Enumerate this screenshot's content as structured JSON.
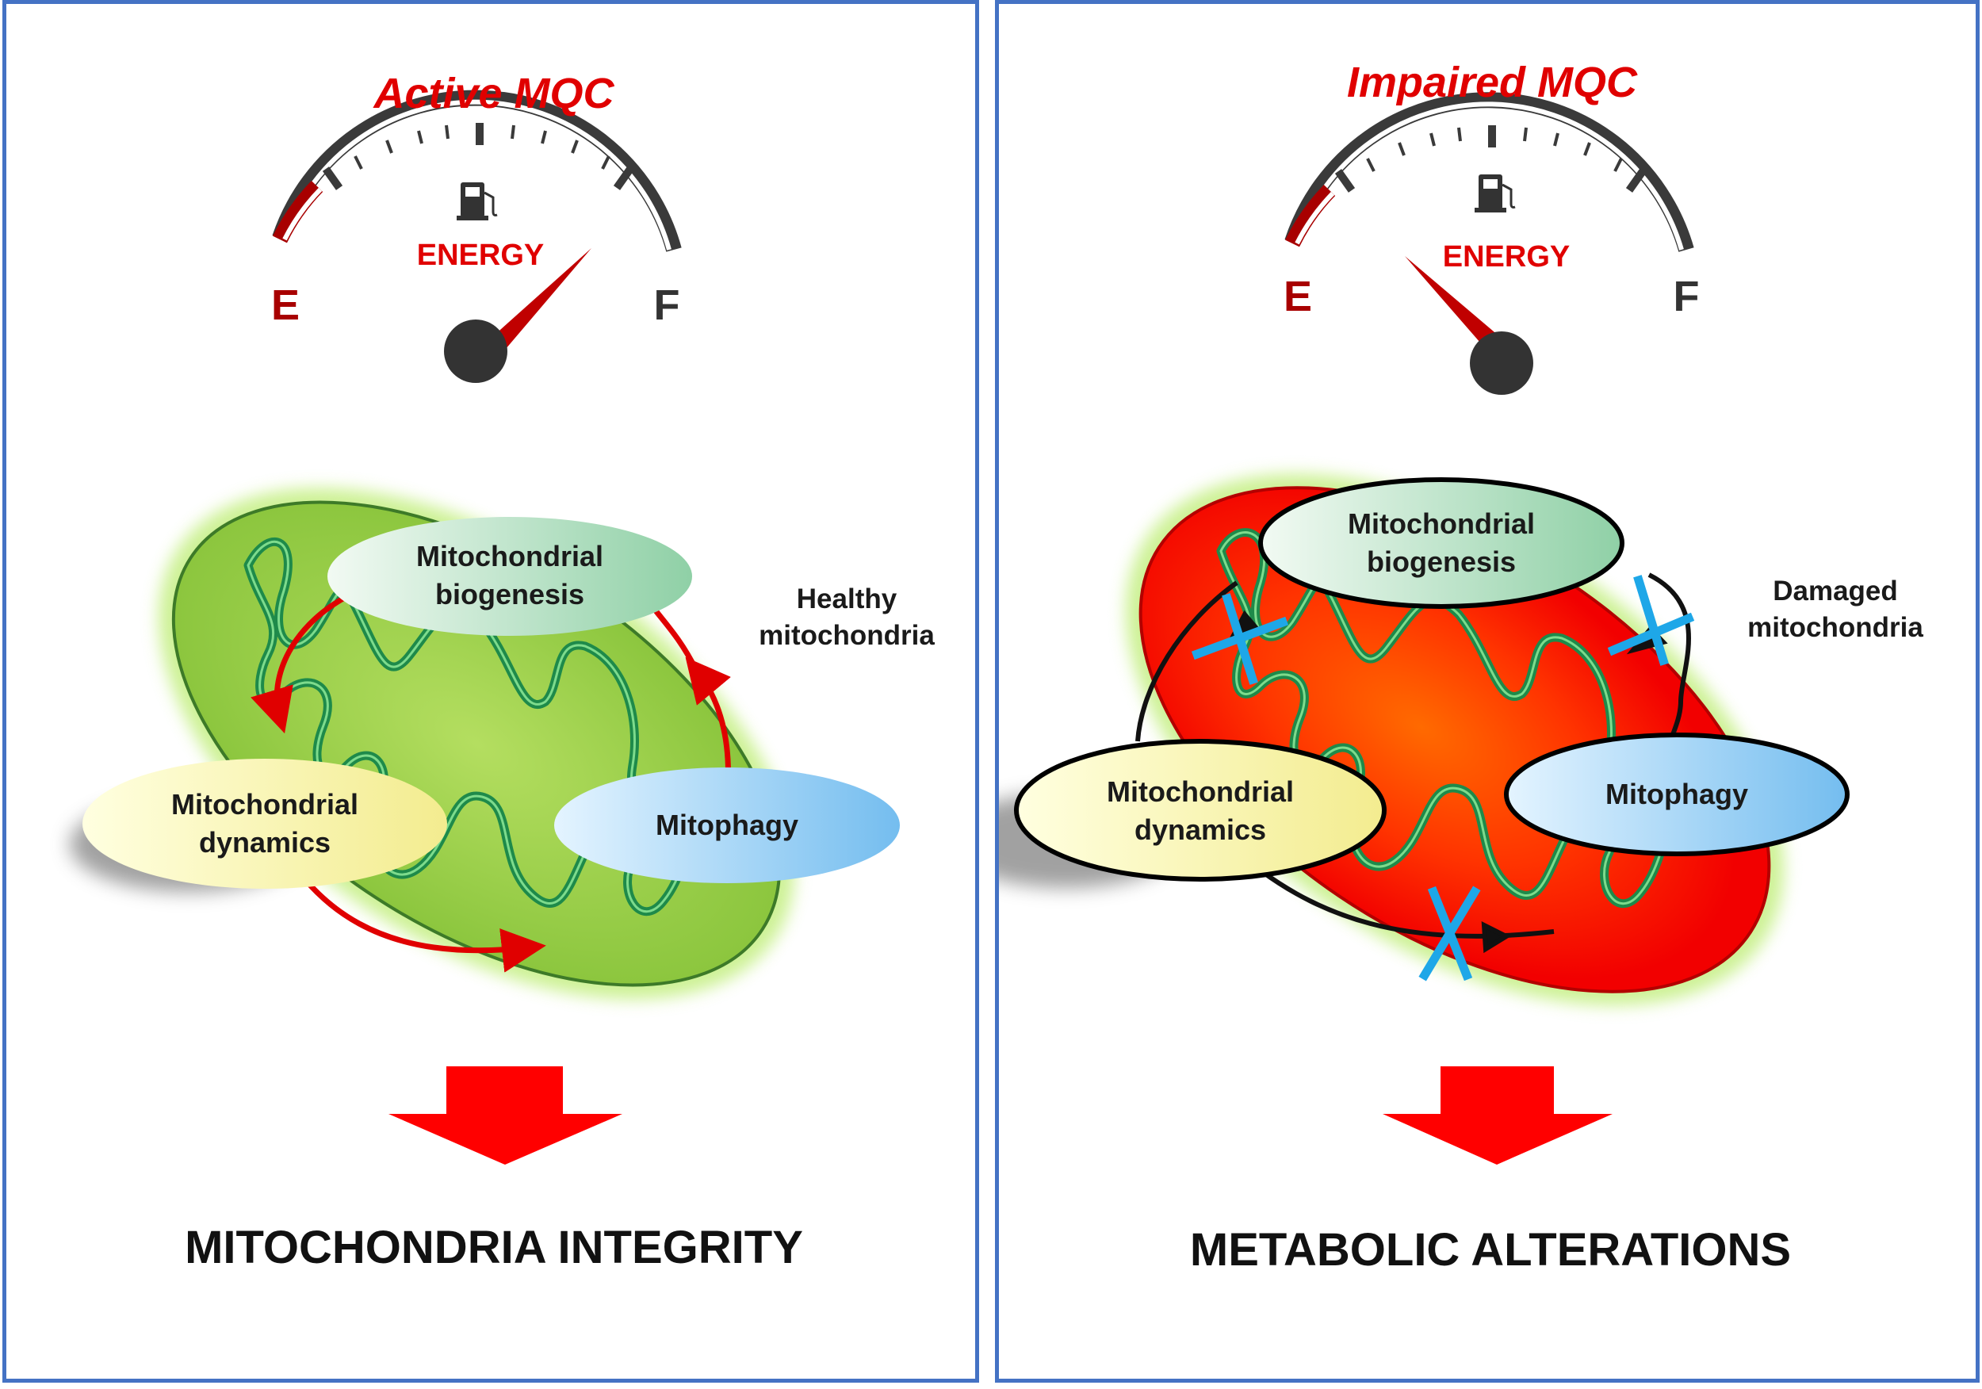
{
  "left": {
    "title": "Active MQC",
    "gauge": {
      "energy_label": "ENERGY",
      "empty_label": "E",
      "full_label": "F",
      "level": 0.85
    },
    "ovals": {
      "biogenesis_line1": "Mitochondrial",
      "biogenesis_line2": "biogenesis",
      "dynamics_line1": "Mitochondrial",
      "dynamics_line2": "dynamics",
      "mitophagy": "Mitophagy"
    },
    "status_line1": "Healthy",
    "status_line2": "mitochondria",
    "outcome": "MITOCHONDRIA INTEGRITY"
  },
  "right": {
    "title": "Impaired MQC",
    "gauge": {
      "energy_label": "ENERGY",
      "empty_label": "E",
      "full_label": "F",
      "level": 0.25
    },
    "ovals": {
      "biogenesis_line1": "Mitochondrial",
      "biogenesis_line2": "biogenesis",
      "dynamics_line1": "Mitochondrial",
      "dynamics_line2": "dynamics",
      "mitophagy": "Mitophagy"
    },
    "status_line1": "Damaged",
    "status_line2": "mitochondria",
    "outcome": "METABOLIC ALTERATIONS"
  },
  "colors": {
    "healthy_fill": "#8dc63f",
    "damaged_fill": "#ff1a00",
    "cristae": "#1e8a4a",
    "cycle_arrow": "#e00000",
    "block_mark": "#1ea7e8",
    "down_arrow": "#ff0000",
    "panel_border": "#4472c4"
  }
}
